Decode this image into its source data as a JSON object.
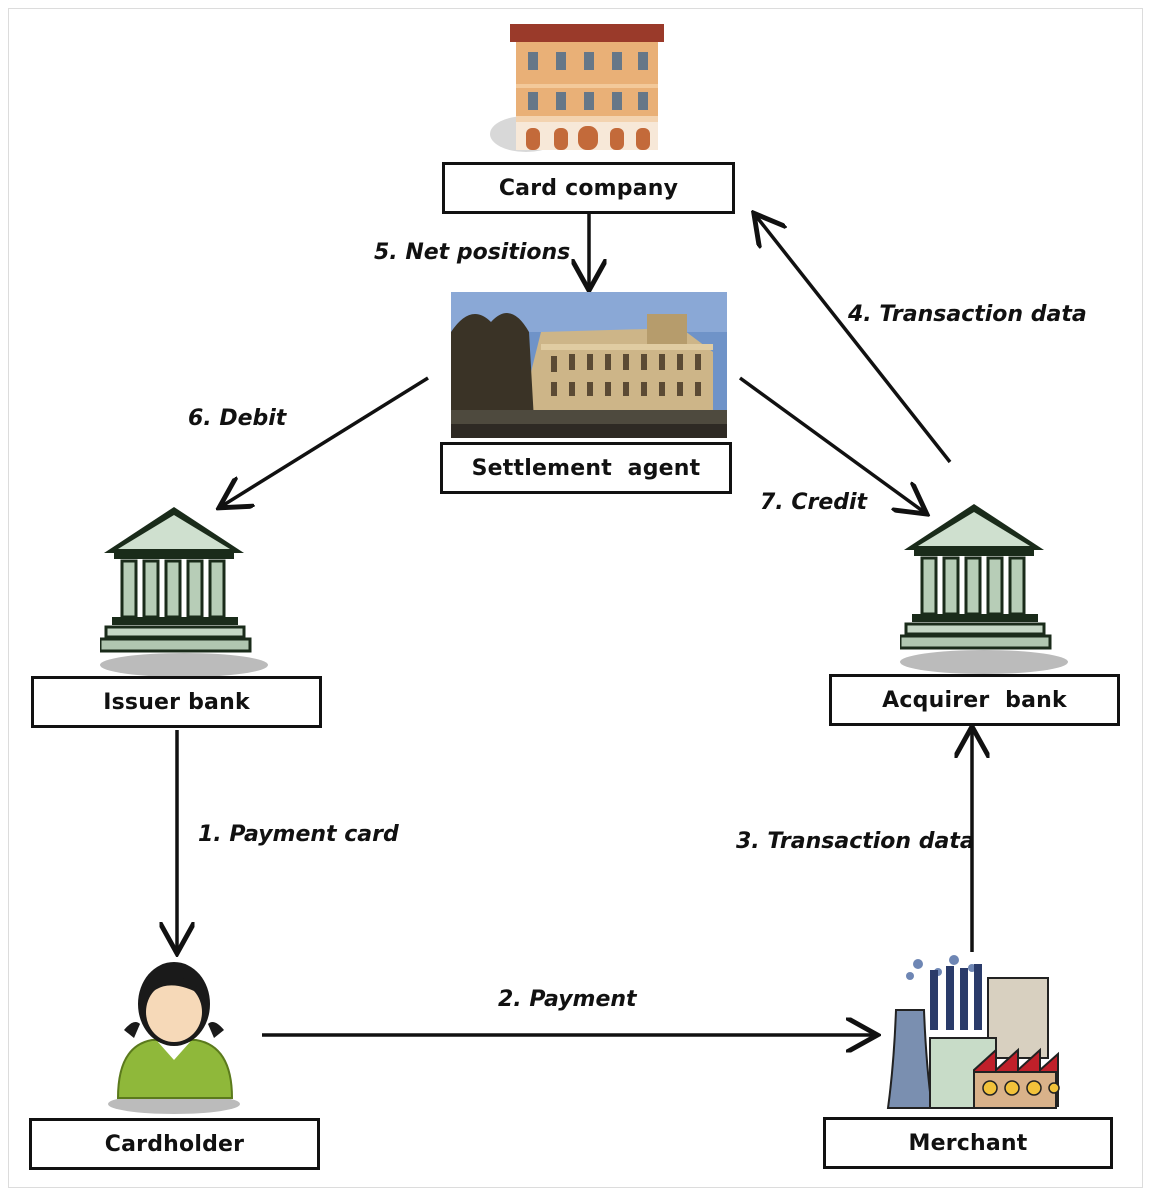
{
  "nodes": {
    "card_company": "Card company",
    "settlement_agent": "Settlement  agent",
    "issuer_bank": "Issuer bank",
    "acquirer_bank": "Acquirer  bank",
    "cardholder": "Cardholder",
    "merchant": "Merchant"
  },
  "flows": {
    "f1": "1. Payment card",
    "f2": "2. Payment",
    "f3": "3. Transaction data",
    "f4": "4. Transaction data",
    "f5": "5. Net positions",
    "f6": "6. Debit",
    "f7": "7. Credit"
  },
  "icons": {
    "card_company": "office-building-icon",
    "settlement_agent": "settlement-building-photo",
    "issuer_bank": "bank-icon",
    "acquirer_bank": "bank-icon",
    "cardholder": "person-icon",
    "merchant": "factory-icon"
  }
}
